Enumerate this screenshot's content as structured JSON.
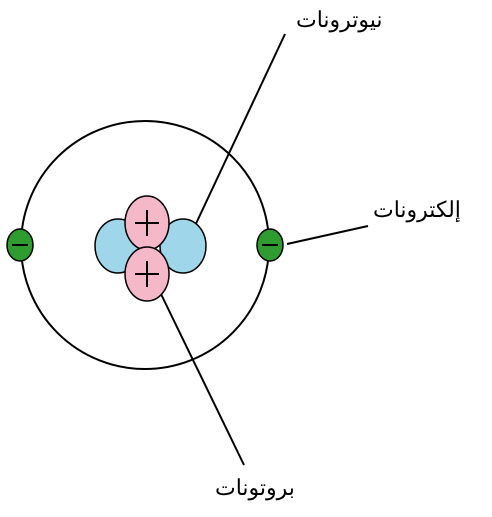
{
  "labels": {
    "neutrons": "نيوترونات",
    "electrons": "إلكترونات",
    "protons": "بروتونات"
  },
  "particles": {
    "proton_symbol": "+",
    "electron_symbol": "−"
  },
  "colors": {
    "orbit": "#000000",
    "proton_fill": "#f4b8c8",
    "neutron_fill": "#9fd6ea",
    "electron_fill": "#2e9c2e",
    "line": "#000000"
  }
}
